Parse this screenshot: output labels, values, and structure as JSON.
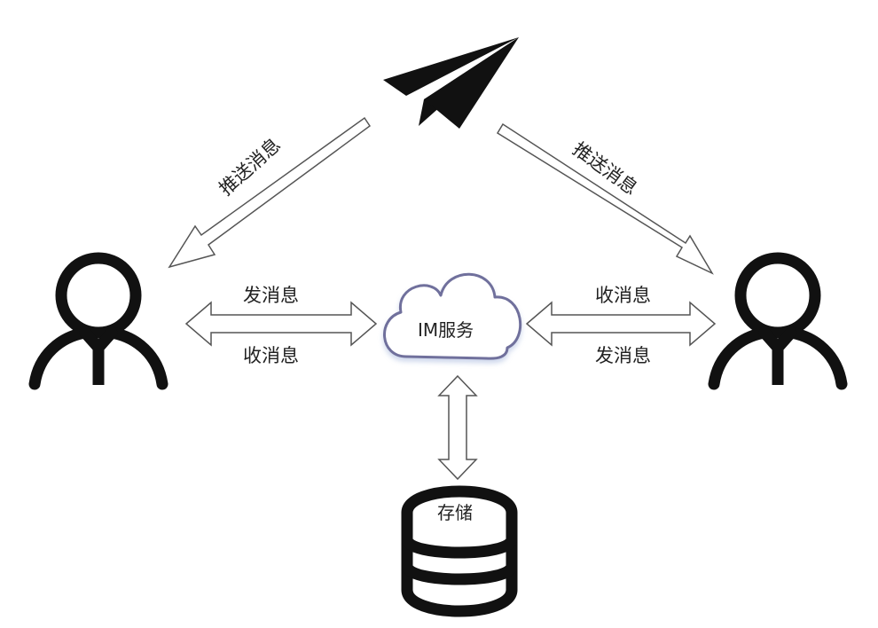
{
  "nodes": {
    "im_service": {
      "label": "IM服务"
    },
    "storage": {
      "label": "存储"
    }
  },
  "edges": {
    "push_left": {
      "label": "推送消息"
    },
    "push_right": {
      "label": "推送消息"
    },
    "left_send": {
      "label": "发消息"
    },
    "left_receive": {
      "label": "收消息"
    },
    "right_receive": {
      "label": "收消息"
    },
    "right_send": {
      "label": "发消息"
    }
  },
  "icons": {
    "push": "paper-plane-icon",
    "user_left": "user-icon",
    "user_right": "user-icon",
    "cloud": "cloud-icon",
    "database": "database-icon"
  },
  "colors": {
    "stroke": "#111111",
    "cloud_outline": "#6f6f9c",
    "cloud_shadow": "#d6dcee",
    "arrow_outline": "#555555"
  }
}
